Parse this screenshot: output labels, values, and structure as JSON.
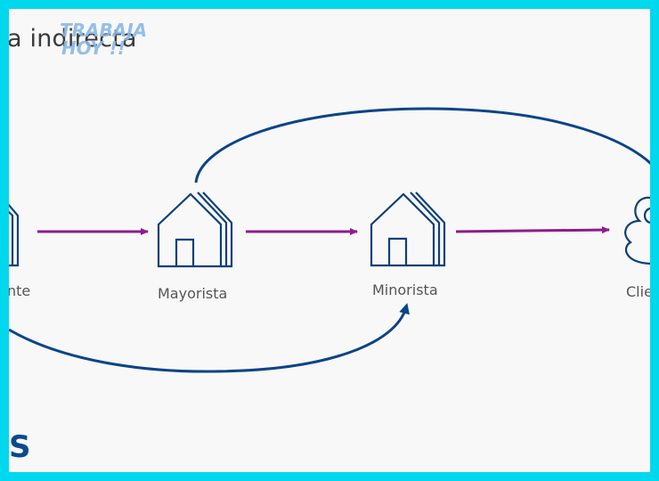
{
  "header": {
    "title": "a indirecta"
  },
  "watermark": {
    "line1": "TRABAJA",
    "line2": "HOY !!"
  },
  "nodes": {
    "fabricante": "nte",
    "mayorista": "Mayorista",
    "minorista": "Minorista",
    "cliente": "Clie"
  },
  "footer": {
    "brand_fragment": "S"
  },
  "colors": {
    "arrow": "#8e1a8e",
    "outline": "#0f3f7a",
    "loop": "#0a4488",
    "frame": "#00d8ee"
  }
}
